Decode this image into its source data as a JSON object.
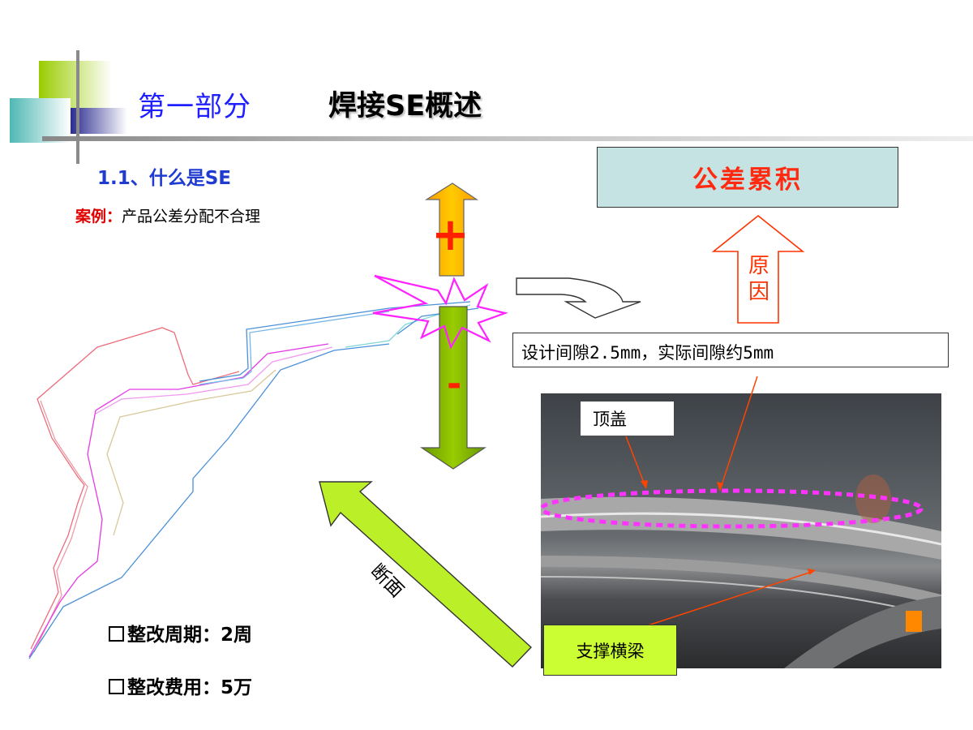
{
  "header": {
    "part_label": "第一部分",
    "topic_label": "焊接SE概述"
  },
  "section": {
    "title": "1.1、什么是SE"
  },
  "case": {
    "label": "案例：",
    "text": "产品公差分配不合理"
  },
  "diagram": {
    "plus_sign": "+",
    "minus_sign": "-",
    "cross_section_label": "断面",
    "tolerance_box": "公差累积",
    "cause_arrow": [
      "原",
      "因"
    ],
    "gap_text": "设计间隙2.5mm，实际间隙约5mm",
    "roof_label": "顶盖",
    "beam_label": "支撑横梁"
  },
  "summary": {
    "period": "整改周期：2周",
    "cost": "整改费用：5万"
  },
  "colors": {
    "title_blue": "#1f1fff",
    "accent_red": "#e00000",
    "arrow_green": "#99cc00",
    "arrow_orange": "#ffbb00",
    "burst_magenta": "#ff33ff",
    "tolerance_box_bg": "#c6e3e3",
    "beam_label_bg": "#ccff33"
  }
}
